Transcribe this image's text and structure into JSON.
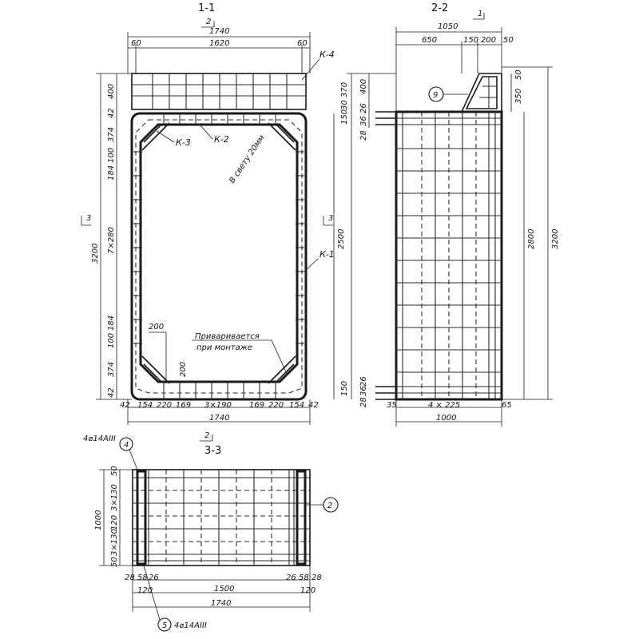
{
  "sections": {
    "s11": {
      "title": "1-1",
      "cut_mark": "2"
    },
    "s22": {
      "title": "2-2",
      "cut_mark": "1"
    },
    "s33": {
      "title": "3-3",
      "cut_mark_top": "2"
    }
  },
  "view11": {
    "dims_top": {
      "overall": "1740",
      "left": "60",
      "mid": "1620",
      "right": "60"
    },
    "dims_bottom": {
      "overall": "1740",
      "segs": [
        "42",
        "154",
        "220",
        "169",
        "3×190",
        "169",
        "220",
        "154",
        "42"
      ]
    },
    "dims_left_outer": "3200",
    "dims_left_chain": [
      "400",
      "42",
      "374",
      "100",
      "184",
      "7×280",
      "184",
      "100",
      "374",
      "42"
    ],
    "dims_right": "2500",
    "cut3_left": "3",
    "cut3_right": "3",
    "labels": {
      "k4": "К-4",
      "k3": "К-3",
      "k2": "К-2",
      "k1": "К-1",
      "clear": "В свету 20мм",
      "weld_line1": "Приваривается",
      "weld_line2": "при монтаже",
      "d200a": "200",
      "d200b": "200"
    }
  },
  "view22": {
    "dims_top": {
      "overall": "1050",
      "a": "650",
      "b": "150",
      "c": "200",
      "d": "50"
    },
    "dims_left": [
      "370",
      "30",
      "150",
      "26",
      "36",
      "28",
      "150",
      "26",
      "36",
      "28"
    ],
    "dims_left_400": "400",
    "dims_right_inner": {
      "a": "50",
      "b": "350"
    },
    "dims_right": {
      "mid": "2800",
      "outer": "3200"
    },
    "dims_bottom": {
      "overall": "1000",
      "left": "35",
      "mid": "4 × 225",
      "right": "65"
    },
    "marker9": "9"
  },
  "view33": {
    "bar4": "4⌀14АIII",
    "marker4": "4",
    "bar5": "4⌀14АIII",
    "marker5": "5",
    "marker2": "2",
    "dims_left": [
      "50",
      "3×130",
      "120",
      "3×130",
      "50"
    ],
    "dims_left_overall": "1000",
    "dims_bottom": {
      "overall": "1740",
      "mid": "1500",
      "left": [
        "28",
        "58",
        "26"
      ],
      "right": [
        "26",
        "58",
        "28"
      ],
      "left_lower": "120",
      "right_lower": "120"
    }
  }
}
